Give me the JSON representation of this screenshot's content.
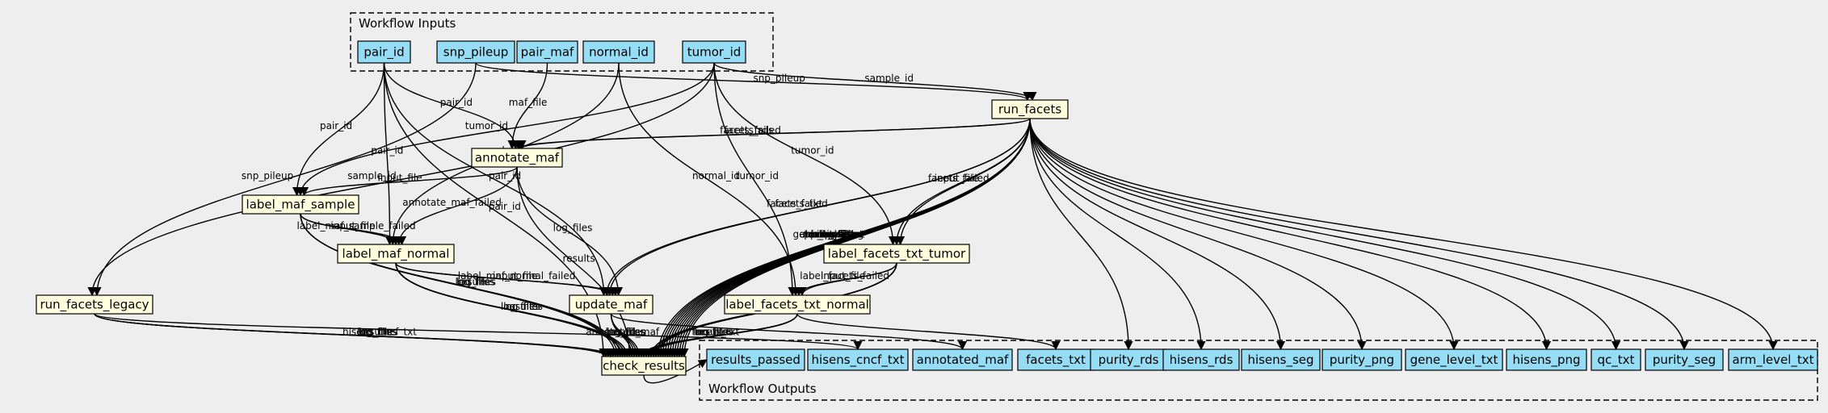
{
  "clusters": {
    "inputs": {
      "label": "Workflow Inputs"
    },
    "outputs": {
      "label": "Workflow Outputs"
    }
  },
  "colors": {
    "background": "#eeeeee",
    "io_node": "#94ddf4",
    "step_node": "#ffffdd",
    "line": "#000000"
  },
  "nodes": [
    {
      "id": "pair_id",
      "label": "pair_id",
      "kind": "io"
    },
    {
      "id": "snp_pileup",
      "label": "snp_pileup",
      "kind": "io"
    },
    {
      "id": "pair_maf",
      "label": "pair_maf",
      "kind": "io"
    },
    {
      "id": "normal_id",
      "label": "normal_id",
      "kind": "io"
    },
    {
      "id": "tumor_id",
      "label": "tumor_id",
      "kind": "io"
    },
    {
      "id": "run_facets",
      "label": "run_facets",
      "kind": "step"
    },
    {
      "id": "annotate_maf",
      "label": "annotate_maf",
      "kind": "step"
    },
    {
      "id": "label_maf_sample",
      "label": "label_maf_sample",
      "kind": "step"
    },
    {
      "id": "label_maf_normal",
      "label": "label_maf_normal",
      "kind": "step"
    },
    {
      "id": "label_facets_txt_tumor",
      "label": "label_facets_txt_tumor",
      "kind": "step"
    },
    {
      "id": "run_facets_legacy",
      "label": "run_facets_legacy",
      "kind": "step"
    },
    {
      "id": "update_maf",
      "label": "update_maf",
      "kind": "step"
    },
    {
      "id": "label_facets_txt_normal",
      "label": "label_facets_txt_normal",
      "kind": "step"
    },
    {
      "id": "check_results",
      "label": "check_results",
      "kind": "step"
    },
    {
      "id": "results_passed",
      "label": "results_passed",
      "kind": "io"
    },
    {
      "id": "hisens_cncf_txt",
      "label": "hisens_cncf_txt",
      "kind": "io"
    },
    {
      "id": "annotated_maf",
      "label": "annotated_maf",
      "kind": "io"
    },
    {
      "id": "facets_txt",
      "label": "facets_txt",
      "kind": "io"
    },
    {
      "id": "purity_rds",
      "label": "purity_rds",
      "kind": "io"
    },
    {
      "id": "hisens_rds",
      "label": "hisens_rds",
      "kind": "io"
    },
    {
      "id": "hisens_seg",
      "label": "hisens_seg",
      "kind": "io"
    },
    {
      "id": "purity_png",
      "label": "purity_png",
      "kind": "io"
    },
    {
      "id": "gene_level_txt",
      "label": "gene_level_txt",
      "kind": "io"
    },
    {
      "id": "hisens_png",
      "label": "hisens_png",
      "kind": "io"
    },
    {
      "id": "qc_txt",
      "label": "qc_txt",
      "kind": "io"
    },
    {
      "id": "purity_seg",
      "label": "purity_seg",
      "kind": "io"
    },
    {
      "id": "arm_level_txt",
      "label": "arm_level_txt",
      "kind": "io"
    }
  ],
  "edges": [
    {
      "from": "snp_pileup",
      "to": "run_facets",
      "label": "snp_pileup"
    },
    {
      "from": "tumor_id",
      "to": "run_facets",
      "label": "sample_id"
    },
    {
      "from": "pair_maf",
      "to": "annotate_maf",
      "label": "maf_file"
    },
    {
      "from": "pair_id",
      "to": "annotate_maf",
      "label": "pair_id"
    },
    {
      "from": "run_facets",
      "to": "annotate_maf",
      "label": "facets_rds"
    },
    {
      "from": "run_facets",
      "to": "annotate_maf",
      "label": "facets_failed"
    },
    {
      "from": "pair_id",
      "to": "label_maf_sample",
      "label": "pair_id"
    },
    {
      "from": "tumor_id",
      "to": "label_maf_sample",
      "label": "tumor_id"
    },
    {
      "from": "annotate_maf",
      "to": "label_maf_sample",
      "label": "input_file"
    },
    {
      "from": "pair_id",
      "to": "label_maf_normal",
      "label": "pair_id"
    },
    {
      "from": "normal_id",
      "to": "label_maf_normal",
      "label": "normal_id"
    },
    {
      "from": "label_maf_sample",
      "to": "label_maf_normal",
      "label": "input_file"
    },
    {
      "from": "annotate_maf",
      "to": "label_maf_normal",
      "label": "annotate_maf_failed"
    },
    {
      "from": "label_maf_sample",
      "to": "label_maf_normal",
      "label": "label_maf_sample_failed"
    },
    {
      "from": "tumor_id",
      "to": "label_facets_txt_tumor",
      "label": "tumor_id"
    },
    {
      "from": "run_facets",
      "to": "label_facets_txt_tumor",
      "label": "input_file"
    },
    {
      "from": "run_facets",
      "to": "label_facets_txt_tumor",
      "label": "facets_failed"
    },
    {
      "from": "tumor_id",
      "to": "run_facets_legacy",
      "label": "sample_id"
    },
    {
      "from": "snp_pileup",
      "to": "run_facets_legacy",
      "label": "snp_pileup"
    },
    {
      "from": "pair_id",
      "to": "update_maf",
      "label": "pair_id"
    },
    {
      "from": "run_facets",
      "to": "update_maf",
      "label": "facets_failed"
    },
    {
      "from": "run_facets",
      "to": "update_maf",
      "label": "facets_txt"
    },
    {
      "from": "label_maf_normal",
      "to": "update_maf",
      "label": "input_file"
    },
    {
      "from": "label_maf_normal",
      "to": "update_maf",
      "label": "label_maf_normal_failed"
    },
    {
      "from": "annotate_maf",
      "to": "update_maf",
      "label": "log_files"
    },
    {
      "from": "tumor_id",
      "to": "label_facets_txt_normal",
      "label": "tumor_id"
    },
    {
      "from": "normal_id",
      "to": "label_facets_txt_normal",
      "label": "normal_id"
    },
    {
      "from": "label_facets_txt_tumor",
      "to": "label_facets_txt_normal",
      "label": "input_file"
    },
    {
      "from": "label_facets_txt_tumor",
      "to": "label_facets_txt_normal",
      "label": "label_facets_failed"
    },
    {
      "from": "pair_id",
      "to": "check_results",
      "label": "pair_id"
    },
    {
      "from": "run_facets_legacy",
      "to": "check_results",
      "label": "results"
    },
    {
      "from": "run_facets_legacy",
      "to": "check_results",
      "label": "log_files"
    },
    {
      "from": "run_facets_legacy",
      "to": "check_results",
      "label": "log_files"
    },
    {
      "from": "run_facets_legacy",
      "to": "check_results",
      "label": "hisens_cncf_txt"
    },
    {
      "from": "label_maf_sample",
      "to": "check_results",
      "label": "results"
    },
    {
      "from": "label_maf_sample",
      "to": "check_results",
      "label": "log_files"
    },
    {
      "from": "label_maf_sample",
      "to": "check_results",
      "label": "log_files"
    },
    {
      "from": "label_maf_normal",
      "to": "check_results",
      "label": "log_files"
    },
    {
      "from": "label_maf_normal",
      "to": "check_results",
      "label": "results"
    },
    {
      "from": "label_maf_normal",
      "to": "check_results",
      "label": "log_files"
    },
    {
      "from": "annotate_maf",
      "to": "check_results",
      "label": "results"
    },
    {
      "from": "update_maf",
      "to": "check_results",
      "label": "annotated_maf"
    },
    {
      "from": "update_maf",
      "to": "check_results",
      "label": "results"
    },
    {
      "from": "update_maf",
      "to": "check_results",
      "label": "log_files"
    },
    {
      "from": "update_maf",
      "to": "check_results",
      "label": "log_files"
    },
    {
      "from": "label_facets_txt_normal",
      "to": "check_results",
      "label": "results"
    },
    {
      "from": "label_facets_txt_normal",
      "to": "check_results",
      "label": "log_files"
    },
    {
      "from": "label_facets_txt_normal",
      "to": "check_results",
      "label": "log_files"
    },
    {
      "from": "label_facets_txt_normal",
      "to": "check_results",
      "label": "facets_txt"
    },
    {
      "from": "label_facets_txt_tumor",
      "to": "check_results",
      "label": "log_files"
    },
    {
      "from": "label_facets_txt_tumor",
      "to": "check_results",
      "label": "log_files"
    },
    {
      "from": "label_facets_txt_tumor",
      "to": "check_results",
      "label": "results"
    },
    {
      "from": "run_facets",
      "to": "check_results",
      "label": "tumor_id"
    },
    {
      "from": "run_facets",
      "to": "check_results",
      "label": "normal_id"
    },
    {
      "from": "run_facets",
      "to": "check_results",
      "label": "gene_level_txt"
    },
    {
      "from": "run_facets",
      "to": "check_results",
      "label": "purity_seg"
    },
    {
      "from": "run_facets",
      "to": "check_results",
      "label": "hisens_rds"
    },
    {
      "from": "run_facets",
      "to": "check_results",
      "label": "arm_level_txt"
    },
    {
      "from": "run_facets",
      "to": "check_results",
      "label": "results"
    },
    {
      "from": "run_facets",
      "to": "check_results",
      "label": "purity_rds"
    },
    {
      "from": "run_facets",
      "to": "check_results",
      "label": "qc_txt"
    },
    {
      "from": "run_facets",
      "to": "check_results",
      "label": "hisens_seg"
    },
    {
      "from": "run_facets",
      "to": "check_results",
      "label": "log_files"
    },
    {
      "from": "run_facets",
      "to": "check_results",
      "label": "log_files"
    },
    {
      "from": "check_results",
      "to": "results_passed",
      "label": ""
    },
    {
      "from": "run_facets_legacy",
      "to": "hisens_cncf_txt",
      "label": ""
    },
    {
      "from": "update_maf",
      "to": "annotated_maf",
      "label": ""
    },
    {
      "from": "label_facets_txt_normal",
      "to": "facets_txt",
      "label": ""
    },
    {
      "from": "run_facets",
      "to": "purity_rds",
      "label": ""
    },
    {
      "from": "run_facets",
      "to": "hisens_rds",
      "label": ""
    },
    {
      "from": "run_facets",
      "to": "hisens_seg",
      "label": ""
    },
    {
      "from": "run_facets",
      "to": "purity_png",
      "label": ""
    },
    {
      "from": "run_facets",
      "to": "gene_level_txt",
      "label": ""
    },
    {
      "from": "run_facets",
      "to": "hisens_png",
      "label": ""
    },
    {
      "from": "run_facets",
      "to": "qc_txt",
      "label": ""
    },
    {
      "from": "run_facets",
      "to": "purity_seg",
      "label": ""
    },
    {
      "from": "run_facets",
      "to": "arm_level_txt",
      "label": ""
    }
  ]
}
